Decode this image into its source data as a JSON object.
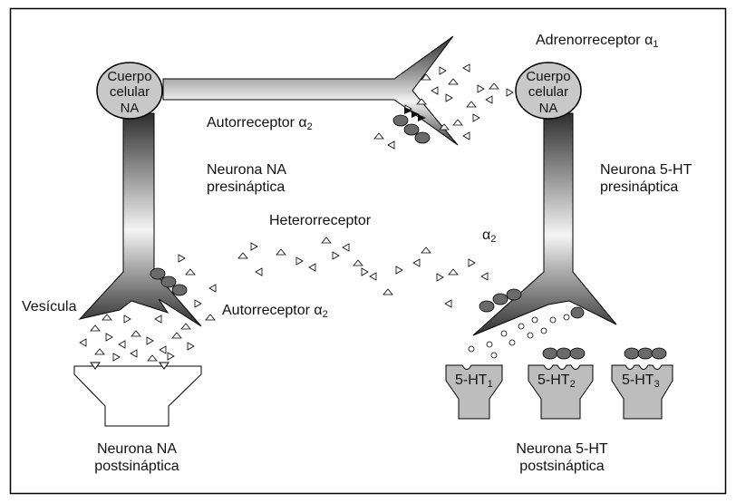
{
  "labels": {
    "cell_body_na": [
      "Cuerpo",
      "celular",
      "NA"
    ],
    "cell_body_5ht": [
      "Cuerpo",
      "celular",
      "NA"
    ],
    "adrenoreceptor": {
      "text": "Adrenorreceptor α",
      "sub": "1"
    },
    "autoreceptor_top": {
      "text": "Autorreceptor α",
      "sub": "2"
    },
    "autoreceptor_bottom": {
      "text": "Autorreceptor α",
      "sub": "2"
    },
    "neuron_na_pre": [
      "Neurona NA",
      "presináptica"
    ],
    "neuron_5ht_pre": [
      "Neurona 5-HT",
      "presináptica"
    ],
    "heteroreceptor": "Heterorreceptor",
    "alpha2": {
      "text": "α",
      "sub": "2"
    },
    "vesicle": "Vesícula",
    "neuron_na_post": [
      "Neurona NA",
      "postsináptica"
    ],
    "neuron_5ht_post": [
      "Neurona 5-HT",
      "postsináptica"
    ],
    "receptors": [
      {
        "text": "5-HT",
        "sub": "1"
      },
      {
        "text": "5-HT",
        "sub": "2"
      },
      {
        "text": "5-HT",
        "sub": "3"
      }
    ]
  },
  "colors": {
    "frame": "#000000",
    "cell_body_fill": "#c8c8c8",
    "receptor_fill": "#bdbdbd",
    "vesicle_fill": "#6a6a6a",
    "axon_dark": "#2e2e2e",
    "axon_light": "#f4f4f4"
  }
}
